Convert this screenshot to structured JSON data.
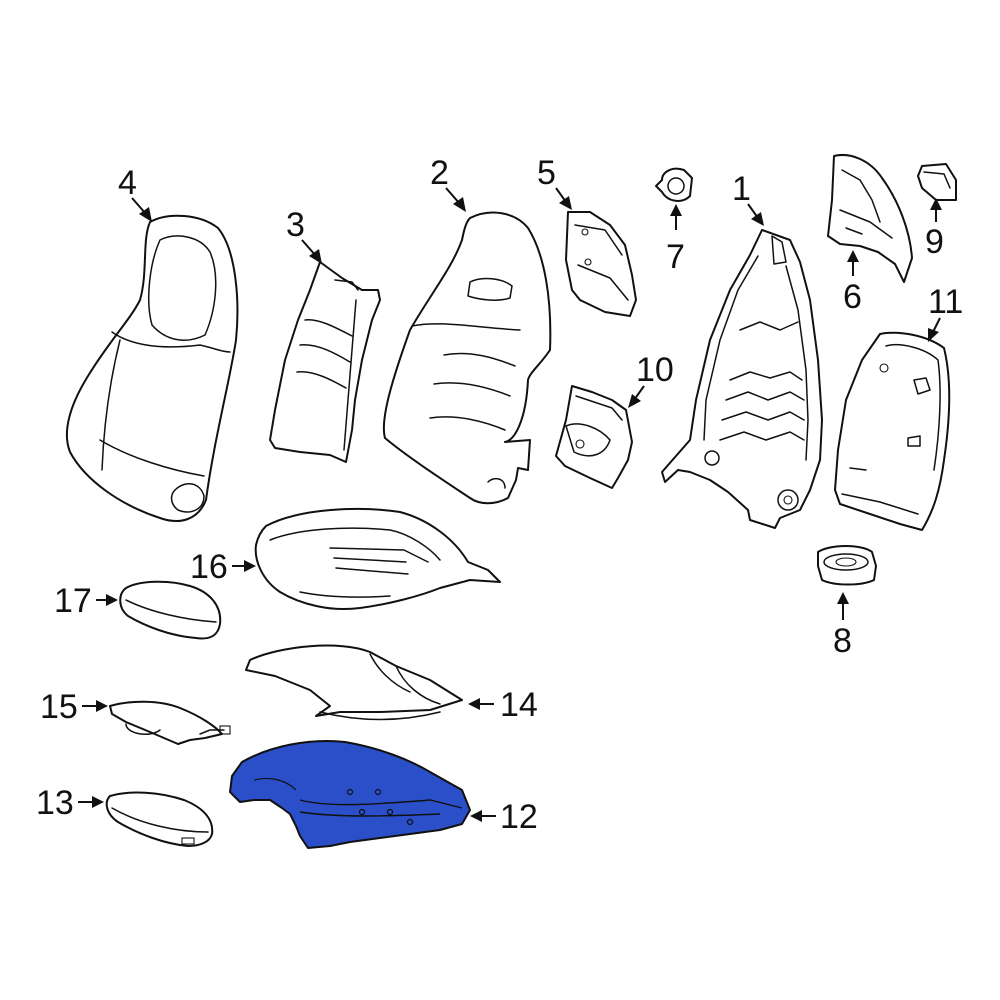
{
  "diagram": {
    "highlight_color": "#2a4fc9",
    "highlighted_part": "12",
    "callouts": [
      "1",
      "2",
      "3",
      "4",
      "5",
      "6",
      "7",
      "8",
      "9",
      "10",
      "11",
      "12",
      "13",
      "14",
      "15",
      "16",
      "17"
    ]
  }
}
